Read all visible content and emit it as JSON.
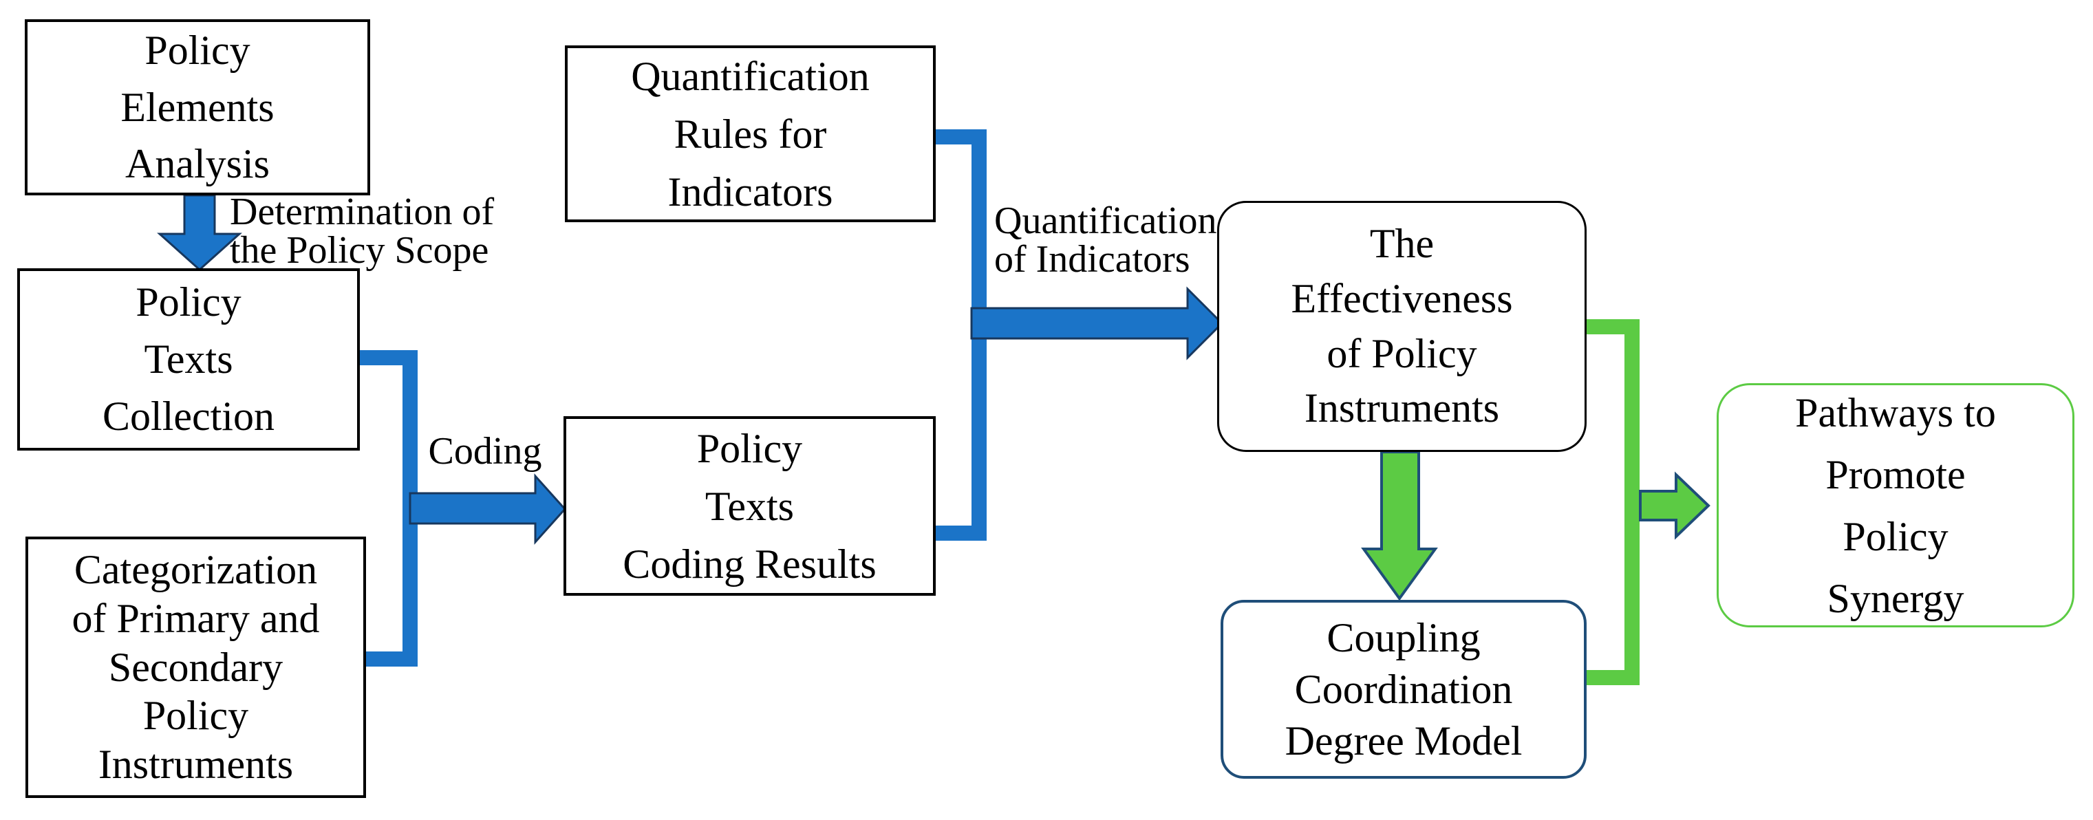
{
  "figure": {
    "type": "flowchart",
    "boxes": {
      "policy_elements": {
        "label": "Policy\nElements\nAnalysis"
      },
      "policy_texts_collection": {
        "label": "Policy\nTexts\nCollection"
      },
      "categorization": {
        "label": "Categorization\nof Primary and\nSecondary\nPolicy\nInstruments"
      },
      "quantification_rules": {
        "label": "Quantification\nRules for\nIndicators"
      },
      "coding_results": {
        "label": "Policy\nTexts\nCoding Results"
      },
      "effectiveness": {
        "label": "The\nEffectiveness\nof Policy\nInstruments"
      },
      "coupling": {
        "label": "Coupling\nCoordination\nDegree Model"
      },
      "pathways": {
        "label": "Pathways to\nPromote\nPolicy\nSynergy"
      }
    },
    "edge_labels": {
      "determination": "Determination of\nthe Policy Scope",
      "coding": "Coding",
      "quantification": "Quantification\nof Indicators"
    },
    "colors": {
      "flow_blue": "#1B74C8",
      "flow_blue_border": "#17375E",
      "flow_green": "#5CCB44",
      "flow_green_border": "#1F4E79",
      "box_border": "#000000",
      "coupling_border": "#1F4E79",
      "pathways_border": "#5CCB44",
      "text": "#000000",
      "background": "#FFFFFF"
    }
  }
}
